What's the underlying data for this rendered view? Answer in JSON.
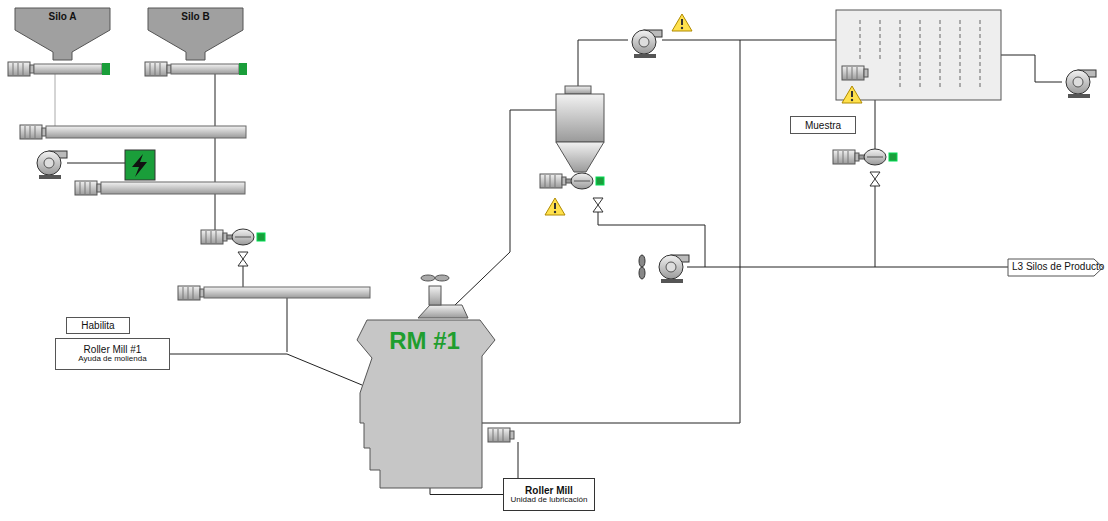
{
  "diagram": {
    "nodes": [
      {
        "text": [
          "Silo A"
        ]
      },
      {
        "text": [
          "Silo B"
        ]
      },
      {
        "text": [
          "Habilita"
        ]
      },
      {
        "text": [
          "Roller Mill #1",
          "Ayuda de molienda"
        ]
      },
      {
        "text": [
          "RM #1"
        ]
      },
      {
        "text": [
          "Muestra"
        ]
      },
      {
        "text": [
          "L3 Silos de Producto"
        ]
      },
      {
        "text": [
          "Roller Mill",
          "Unidad de lubricación"
        ]
      }
    ],
    "edges": [
      {
        "from": 3,
        "to": 4,
        "arrow": "none"
      },
      {
        "from": 7,
        "to": 4,
        "arrow": "none"
      }
    ]
  }
}
